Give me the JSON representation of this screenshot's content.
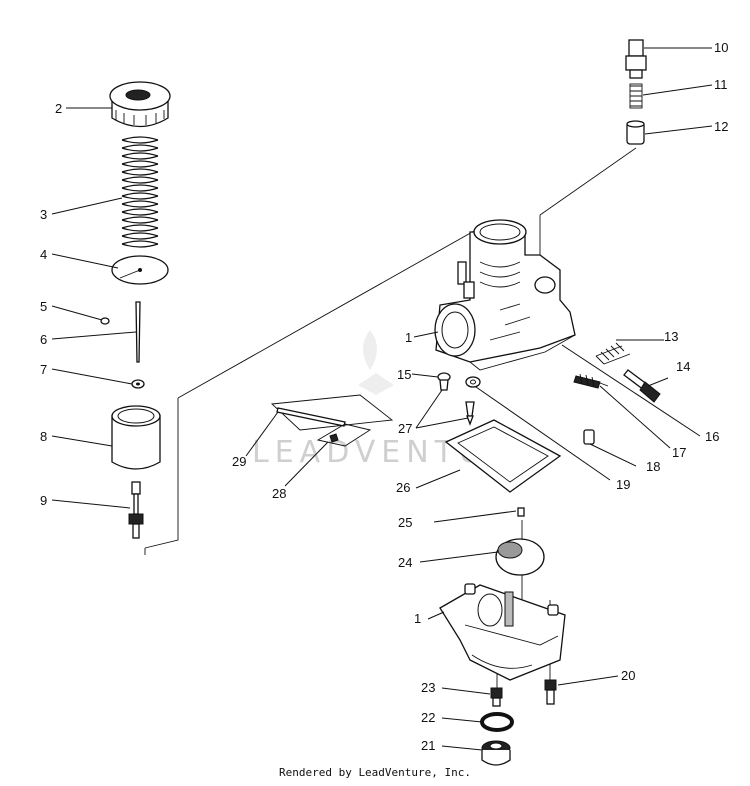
{
  "diagram": {
    "callouts": [
      {
        "id": "c10",
        "text": "10"
      },
      {
        "id": "c11",
        "text": "11"
      },
      {
        "id": "c12",
        "text": "12"
      },
      {
        "id": "c2",
        "text": "2"
      },
      {
        "id": "c3",
        "text": "3"
      },
      {
        "id": "c4",
        "text": "4"
      },
      {
        "id": "c5",
        "text": "5"
      },
      {
        "id": "c6",
        "text": "6"
      },
      {
        "id": "c7",
        "text": "7"
      },
      {
        "id": "c8",
        "text": "8"
      },
      {
        "id": "c9",
        "text": "9"
      },
      {
        "id": "c1a",
        "text": "1"
      },
      {
        "id": "c13",
        "text": "13"
      },
      {
        "id": "c14",
        "text": "14"
      },
      {
        "id": "c15",
        "text": "15"
      },
      {
        "id": "c16",
        "text": "16"
      },
      {
        "id": "c17",
        "text": "17"
      },
      {
        "id": "c18",
        "text": "18"
      },
      {
        "id": "c19",
        "text": "19"
      },
      {
        "id": "c26",
        "text": "26"
      },
      {
        "id": "c27",
        "text": "27"
      },
      {
        "id": "c28",
        "text": "28"
      },
      {
        "id": "c29",
        "text": "29"
      },
      {
        "id": "c25",
        "text": "25"
      },
      {
        "id": "c24",
        "text": "24"
      },
      {
        "id": "c1b",
        "text": "1"
      },
      {
        "id": "c20",
        "text": "20"
      },
      {
        "id": "c23",
        "text": "23"
      },
      {
        "id": "c22",
        "text": "22"
      },
      {
        "id": "c21",
        "text": "21"
      }
    ],
    "watermark": "LEADVENTURE",
    "footer": "Rendered by LeadVenture, Inc."
  }
}
